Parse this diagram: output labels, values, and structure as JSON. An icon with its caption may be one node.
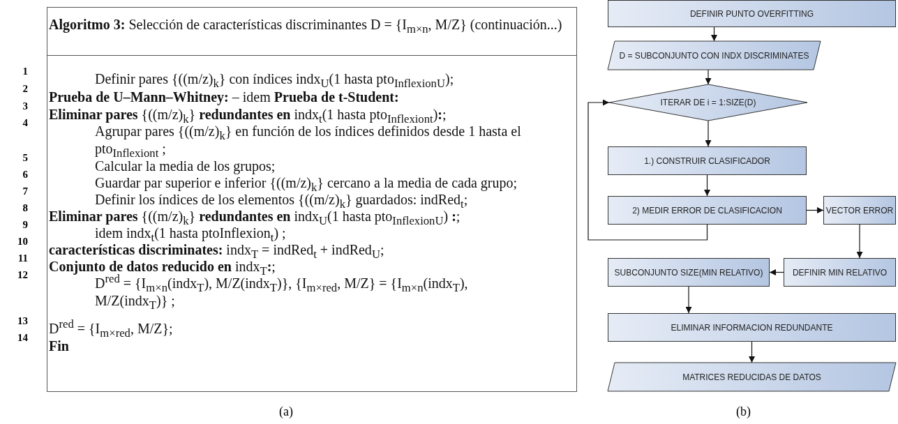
{
  "diagram": {
    "nodes": [
      {
        "text": [
          "**Algoritmo 3:** Selección de características discriminantes D = {I$_{m×n}$, M/Z} (continuación...)",
          "Definir pares {((m/z)$_{k}$} con índices indx$_{U}$(1 hasta pto$_{Inflexion}$$_{U}$);",
          "**Prueba de U–Mann–Whitney:** – idem **Prueba de t-Student:**",
          "**Eliminar pares** {((m/z)$_{k}$} **redundantes en** indx$_{t}$(1 hasta pto$_{Inflexion}$$_{t}$)**:**;",
          "Agrupar pares {((m/z)$_{k}$} en función de los índices definidos desde 1 hasta el pto$_{Inflexion}$$_{t}$ ;",
          "Calcular la media de los grupos;",
          "Guardar par superior e inferior {((m/z)$_{k}$} cercano a la media de cada grupo;",
          "Definir los índices de los elementos {((m/z)$_{k}$} guardados: indRed$_{t}$;",
          "**Eliminar pares** {((m/z)$_{k}$} **redundantes en** indx$_{U}$(1 hasta pto$_{Inflexion}$$_{U}$) **:**;",
          "idem indx$_{t}$(1 hasta ptoInflexion$_{t}$) ;",
          "**características discriminates:** indx$_{T}$ = indRed$_{t}$ + indRed$_{U}$;",
          "**Conjunto de datos reducido en** indx$_{T}$**:**;",
          "D$^{red}$ = {I$_{m×n}$(indx$_{T}$), M/Z(indx$_{T}$)}, {I$_{m×red}$, M/Z} = {I$_{m×n}$(indx$_{T}$), M/Z(indx$_{T}$)} ;",
          "D$^{red}$ = {I$_{m×red}$, M/Z};",
          "**Fin**"
        ],
        "beside": [
          "1",
          "2",
          "3",
          "4",
          "5",
          "6",
          "7",
          "8",
          "9",
          "10",
          "11",
          "12",
          "13",
          "14"
        ]
      },
      {
        "text": [
          "DEFINIR PUNTO OVERFITTING"
        ]
      },
      {
        "text": [
          "D = SUBCONJUNTO CON INDX DISCRIMINATES"
        ]
      },
      {
        "text": [
          "ITERAR DE i = 1:SIZE(D)"
        ]
      },
      {
        "text": [
          "1.) CONSTRUIR CLASIFICADOR"
        ]
      },
      {
        "text": [
          "2) MEDIR ERROR DE CLASIFICACION"
        ]
      },
      {
        "text": [
          "VECTOR ERROR"
        ]
      },
      {
        "text": [
          "DEFINIR MIN RELATIVO"
        ]
      },
      {
        "text": [
          "SUBCONJUNTO SIZE(MIN RELATIVO)"
        ]
      },
      {
        "text": [
          "ELIMINAR INFORMACION REDUNDANTE"
        ]
      },
      {
        "text": [
          "MATRICES REDUCIDAS DE DATOS"
        ]
      }
    ],
    "edges": [
      {
        "from": 1,
        "to": 2,
        "arrow": "to"
      },
      {
        "from": 2,
        "to": 3,
        "arrow": "to"
      },
      {
        "from": 3,
        "to": 4,
        "arrow": "to"
      },
      {
        "from": 4,
        "to": 5,
        "arrow": "to"
      },
      {
        "from": 5,
        "to": 3,
        "arrow": "to"
      },
      {
        "from": 5,
        "to": 6,
        "arrow": "to"
      },
      {
        "from": 6,
        "to": 7,
        "arrow": "to"
      },
      {
        "from": 7,
        "to": 8,
        "arrow": "to"
      },
      {
        "from": 8,
        "to": 9,
        "arrow": "to"
      },
      {
        "from": 9,
        "to": 10,
        "arrow": "to"
      }
    ],
    "labels": [
      "(a)",
      "(b)"
    ]
  }
}
